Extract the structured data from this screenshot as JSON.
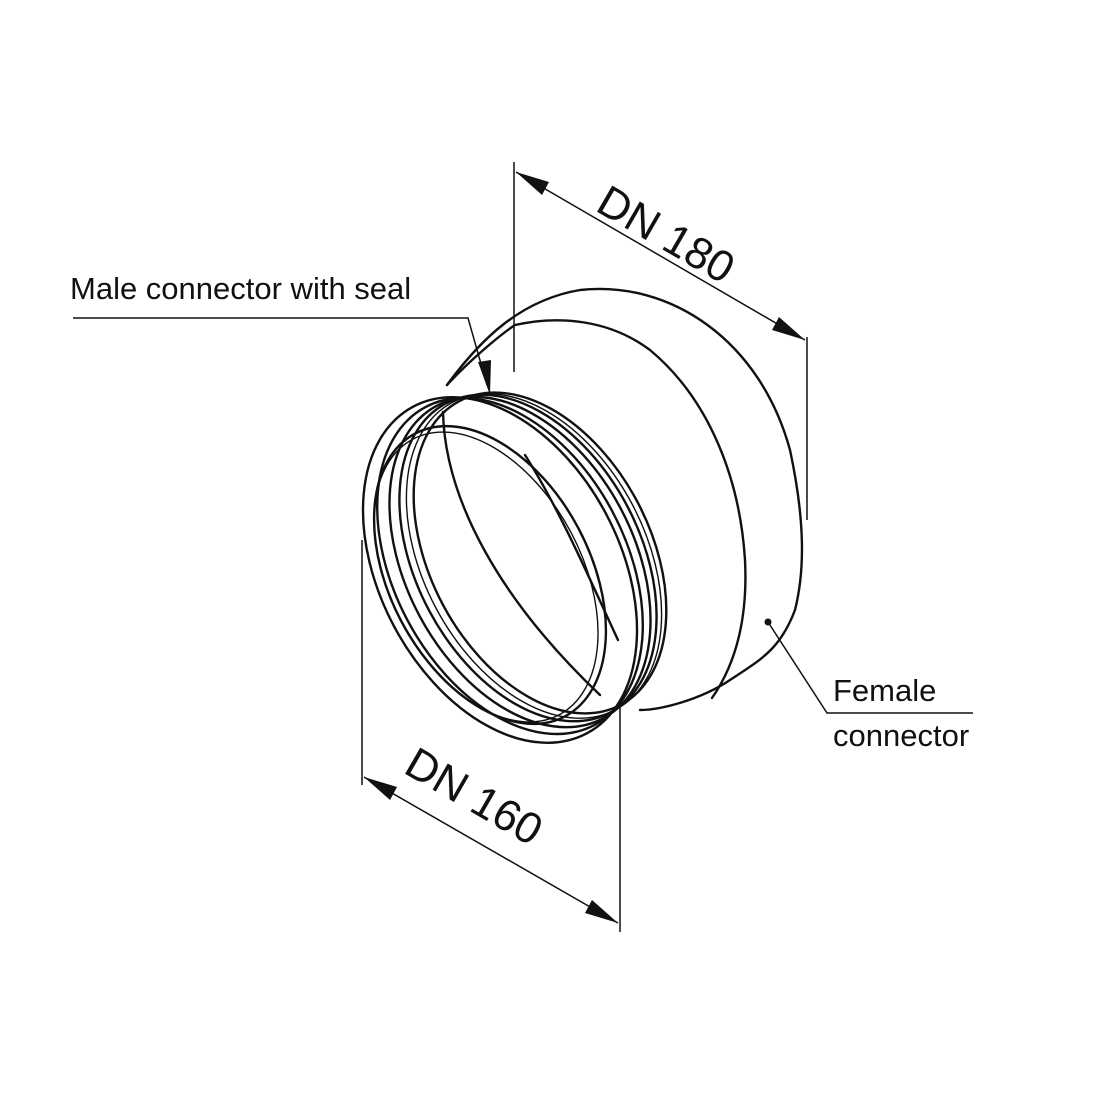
{
  "diagram": {
    "subject": "Duct reducer (male to female connector)",
    "line_color": "#111111",
    "background": "#ffffff"
  },
  "labels": {
    "male_connector": "Male connector with seal",
    "female_connector_line1": "Female",
    "female_connector_line2": "connector"
  },
  "dimensions": {
    "large": {
      "text": "DN 180",
      "value": 180,
      "unit": "DN"
    },
    "small": {
      "text": "DN 160",
      "value": 160,
      "unit": "DN"
    }
  }
}
